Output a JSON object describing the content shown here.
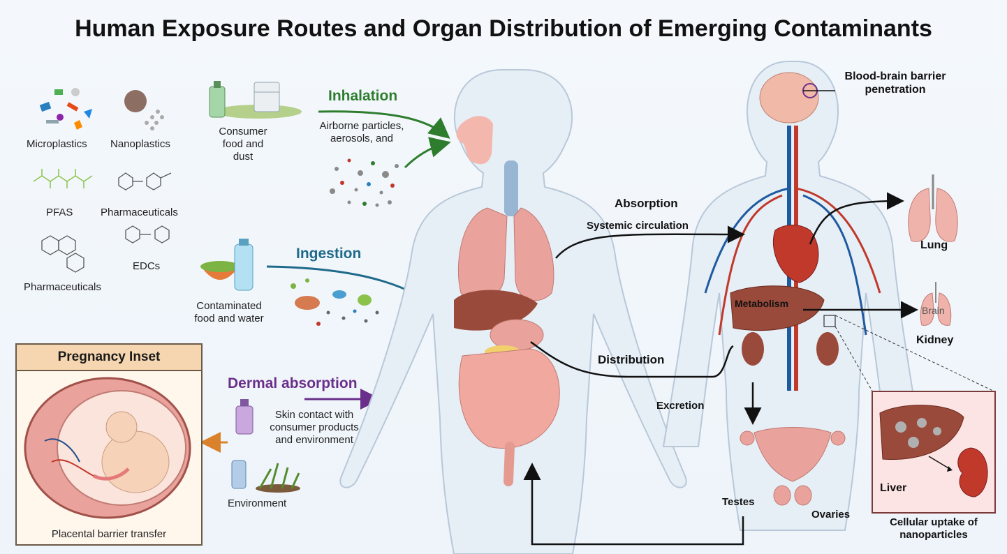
{
  "title": "Human Exposure Routes and Organ Distribution of Emerging Contaminants",
  "contaminants": {
    "microplastics": "Microplastics",
    "nanoplastics": "Nanoplastics",
    "pfas": "PFAS",
    "pharmaceuticals_1": "Pharmaceuticals",
    "edcs": "EDCs",
    "pharmaceuticals_2": "Pharmaceuticals"
  },
  "sources": {
    "consumer": "Consumer\nfood and\ndust",
    "food_water": "Contaminated\nfood and water",
    "environment": "Environment"
  },
  "routes": {
    "inhalation": "Inhalation",
    "inhalation_desc": "Airborne particles,\naerosols, and",
    "ingestion": "Ingestion",
    "dermal": "Dermal absorption",
    "dermal_desc": "Skin contact with\nconsumer products\nand environment"
  },
  "pregnancy": {
    "heading": "Pregnancy Inset",
    "caption": "Placental barrier transfer"
  },
  "processes": {
    "absorption": "Absorption",
    "systemic": "Systemic circulation",
    "metabolism": "Metabolism",
    "distribution": "Distribution",
    "excretion": "Excretion"
  },
  "organs": {
    "bbb": "Blood-brain barrier\npenetration",
    "lung": "Lung",
    "brain": "Brain",
    "kidney": "Kidney",
    "testes": "Testes",
    "ovaries": "Ovaries",
    "liver": "Liver",
    "cellular": "Cellular uptake of\nnanoparticles"
  },
  "colors": {
    "inhalation": "#2e7d2e",
    "ingestion": "#1f6a8a",
    "dermal": "#6a2f8a",
    "placental": "#d9822b",
    "skin": "#e6eef6",
    "organ": "#e89a94",
    "liver": "#9a4a3a"
  }
}
